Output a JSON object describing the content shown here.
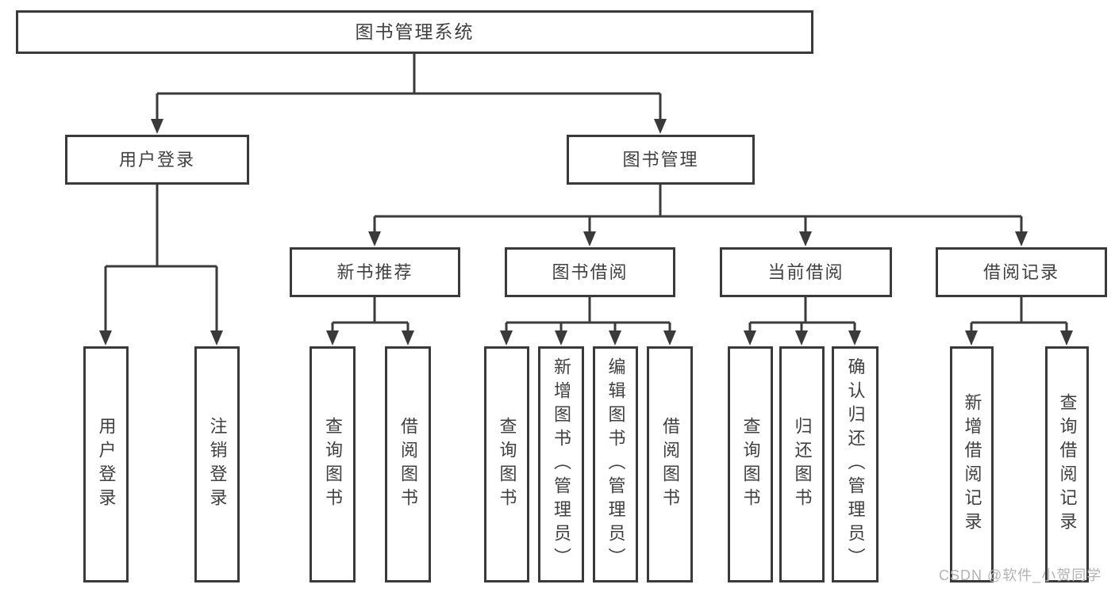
{
  "diagram": {
    "root": {
      "label": "图书管理系统"
    },
    "branches": [
      {
        "label": "用户登录",
        "children": [
          {
            "label": "用户登录"
          },
          {
            "label": "注销登录"
          }
        ]
      },
      {
        "label": "图书管理",
        "children": [
          {
            "label": "新书推荐",
            "children": [
              {
                "label": "查询图书"
              },
              {
                "label": "借阅图书"
              }
            ]
          },
          {
            "label": "图书借阅",
            "children": [
              {
                "label": "查询图书"
              },
              {
                "label": "新增图书（管理员）"
              },
              {
                "label": "编辑图书（管理员）"
              },
              {
                "label": "借阅图书"
              }
            ]
          },
          {
            "label": "当前借阅",
            "children": [
              {
                "label": "查询图书"
              },
              {
                "label": "归还图书"
              },
              {
                "label": "确认归还（管理员）"
              }
            ]
          },
          {
            "label": "借阅记录",
            "children": [
              {
                "label": "新增借阅记录"
              },
              {
                "label": "查询借阅记录"
              }
            ]
          }
        ]
      }
    ]
  },
  "watermark": {
    "text": "CSDN @软件_小贺同学"
  },
  "colors": {
    "line": "#3a3a3a",
    "box_border": "#3a3a3a",
    "text": "#404040",
    "watermark": "#b3b3b3",
    "background": "#ffffff"
  }
}
